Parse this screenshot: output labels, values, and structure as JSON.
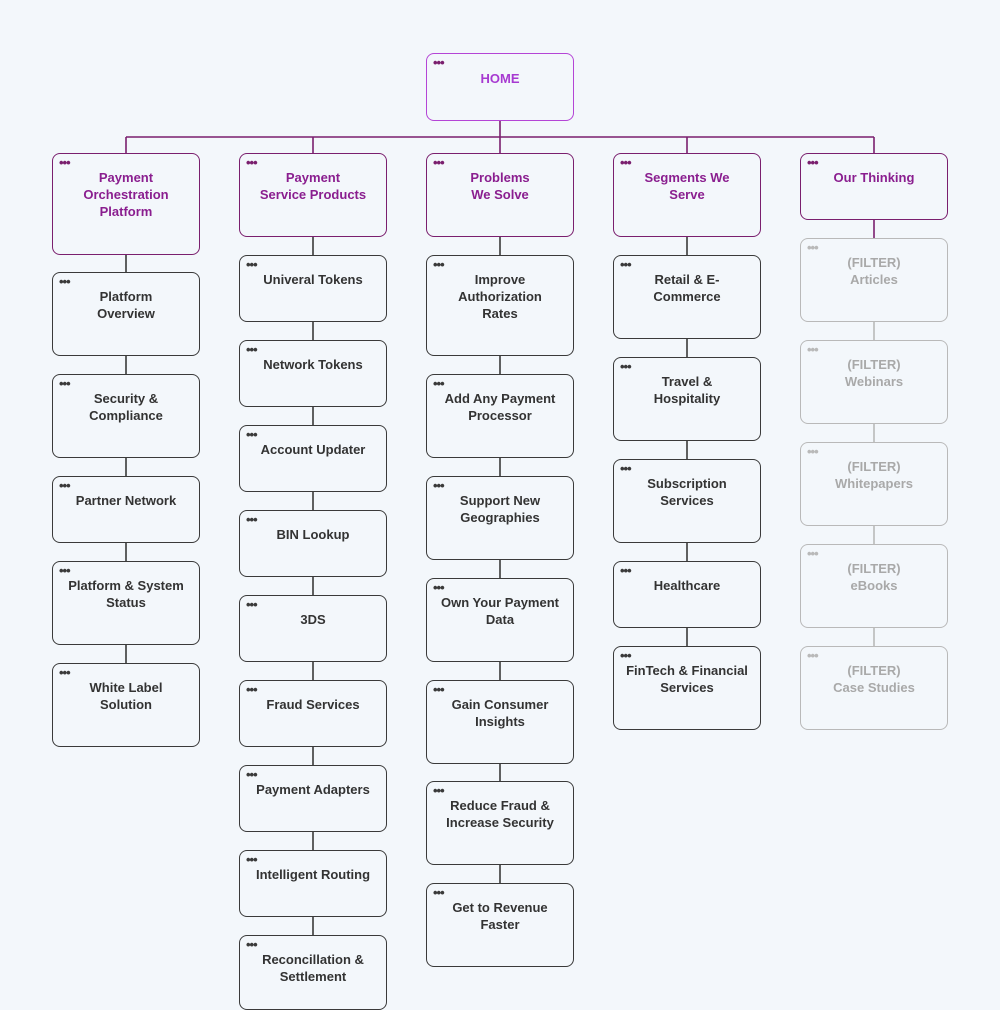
{
  "home": {
    "label": "HOME"
  },
  "columns": [
    {
      "header": "Payment\nOrchestration\nPlatform",
      "items": [
        "Platform\nOverview",
        "Security &\nCompliance",
        "Partner Network",
        "Platform & System\nStatus",
        "White Label\nSolution"
      ]
    },
    {
      "header": "Payment\nService Products",
      "items": [
        "Univeral Tokens",
        "Network Tokens",
        "Account Updater",
        "BIN Lookup",
        "3DS",
        "Fraud Services",
        "Payment Adapters",
        "Intelligent Routing",
        "Reconcillation &\nSettlement"
      ]
    },
    {
      "header": "Problems\nWe Solve",
      "items": [
        "Improve\nAuthorization\nRates",
        "Add Any Payment\nProcessor",
        "Support New\nGeographies",
        "Own Your Payment\nData",
        "Gain Consumer\nInsights",
        "Reduce Fraud &\nIncrease Security",
        "Get to Revenue\nFaster"
      ]
    },
    {
      "header": "Segments We\nServe",
      "items": [
        "Retail & E-\nCommerce",
        "Travel &\nHospitality",
        "Subscription\nServices",
        "Healthcare",
        "FinTech & Financial\nServices"
      ]
    },
    {
      "header": "Our Thinking",
      "items": [
        "(FILTER)\nArticles",
        "(FILTER)\nWebinars",
        "(FILTER)\nWhitepapers",
        "(FILTER)\neBooks",
        "(FILTER)\nCase Studies"
      ]
    }
  ],
  "colors": {
    "background": "#f3f7fb",
    "node_border": "#3a3a3a",
    "header_border": "#7a1f6e",
    "header_text": "#8a1e8f",
    "home_text": "#a73ad1",
    "muted": "#b9b9b9"
  }
}
